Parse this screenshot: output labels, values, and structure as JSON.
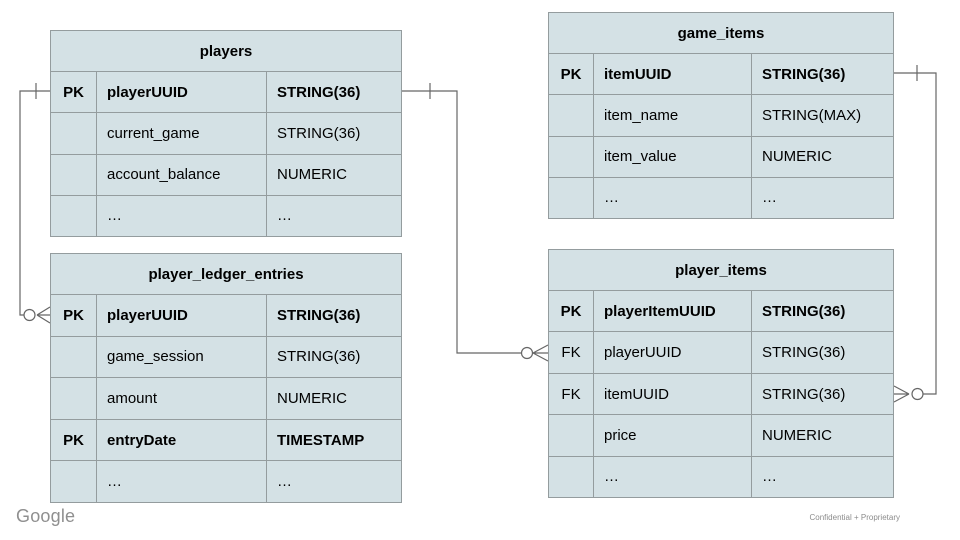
{
  "footer": {
    "logo": "Google",
    "note": "Confidential + Proprietary"
  },
  "colors": {
    "table_fill": "#d4e1e5",
    "table_border": "#949c9e",
    "relationship_line": "#666666",
    "text": "#000000",
    "footer_text": "#8c8c8c"
  },
  "tables": {
    "players": {
      "title": "players",
      "rows": [
        {
          "key": "PK",
          "name": "playerUUID",
          "type": "STRING(36)"
        },
        {
          "key": "",
          "name": "current_game",
          "type": "STRING(36)"
        },
        {
          "key": "",
          "name": "account_balance",
          "type": "NUMERIC"
        },
        {
          "key": "",
          "name": "…",
          "type": "…"
        }
      ]
    },
    "game_items": {
      "title": "game_items",
      "rows": [
        {
          "key": "PK",
          "name": "itemUUID",
          "type": "STRING(36)"
        },
        {
          "key": "",
          "name": "item_name",
          "type": "STRING(MAX)"
        },
        {
          "key": "",
          "name": "item_value",
          "type": "NUMERIC"
        },
        {
          "key": "",
          "name": "…",
          "type": "…"
        }
      ]
    },
    "player_ledger_entries": {
      "title": "player_ledger_entries",
      "rows": [
        {
          "key": "PK",
          "name": "playerUUID",
          "type": "STRING(36)"
        },
        {
          "key": "",
          "name": "game_session",
          "type": "STRING(36)"
        },
        {
          "key": "",
          "name": "amount",
          "type": "NUMERIC"
        },
        {
          "key": "PK",
          "name": "entryDate",
          "type": "TIMESTAMP"
        },
        {
          "key": "",
          "name": "…",
          "type": "…"
        }
      ]
    },
    "player_items": {
      "title": "player_items",
      "rows": [
        {
          "key": "PK",
          "name": "playerItemUUID",
          "type": "STRING(36)"
        },
        {
          "key": "FK",
          "name": "playerUUID",
          "type": "STRING(36)"
        },
        {
          "key": "FK",
          "name": "itemUUID",
          "type": "STRING(36)"
        },
        {
          "key": "",
          "name": "price",
          "type": "NUMERIC"
        },
        {
          "key": "",
          "name": "…",
          "type": "…"
        }
      ]
    }
  },
  "relationships": [
    {
      "from": "players.playerUUID",
      "to": "player_ledger_entries.playerUUID",
      "from_cardinality": "one",
      "to_cardinality": "zero-or-many"
    },
    {
      "from": "players.playerUUID",
      "to": "player_items.playerUUID",
      "from_cardinality": "one",
      "to_cardinality": "zero-or-many"
    },
    {
      "from": "game_items.itemUUID",
      "to": "player_items.itemUUID",
      "from_cardinality": "one",
      "to_cardinality": "zero-or-many"
    }
  ]
}
